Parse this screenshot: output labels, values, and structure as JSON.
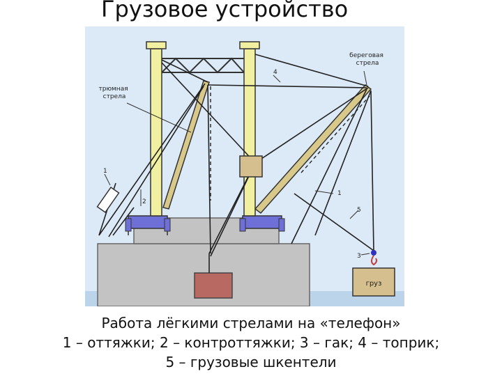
{
  "title": "Грузовое устройство",
  "diagram": {
    "label_hold_boom": "трюмная\nстрела",
    "label_shore_boom": "береговая\nстрела",
    "label_cargo": "груз",
    "num_1a": "1",
    "num_1b": "1",
    "num_2": "2",
    "num_3": "3",
    "num_4": "4",
    "num_5": "5"
  },
  "caption": {
    "line1": "Работа лёгкими стрелами на «телефон»",
    "line2": "1 – оттяжки; 2 – контроттяжки; 3 – гак; 4 – топрик;",
    "line3": "5 – грузовые шкентели"
  },
  "colors": {
    "sky": "#dce9f6",
    "sea": "#bcd4ea",
    "hull": "#c3c3c3",
    "posts": "#f0f0a0",
    "boom": "#d8c98a",
    "base": "#6f6fd8",
    "cargo": "#b86a62",
    "hook": "#3030c0",
    "cargo_box": "#d6bf8e"
  }
}
